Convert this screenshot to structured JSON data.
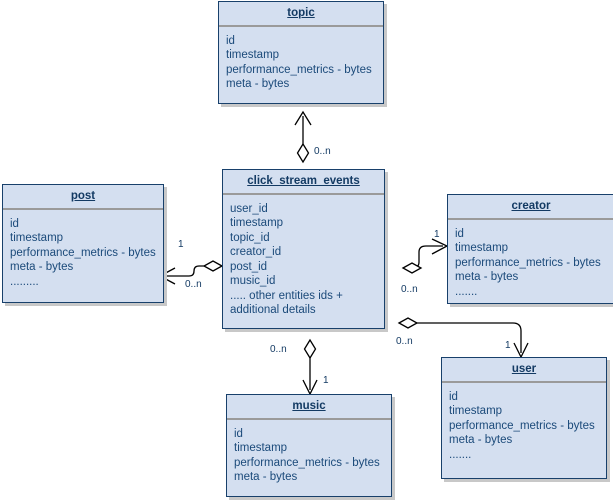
{
  "diagram": {
    "type": "entity-relationship-diagram",
    "background": "#ffffff",
    "entity_fill": "#d4dff0",
    "entity_border": "#18406b",
    "text_color": "#1b4a7a",
    "title_color": "#133a63"
  },
  "entities": [
    {
      "id": "topic",
      "title": "topic",
      "attributes": [
        "id",
        "timestamp",
        "performance_metrics - bytes",
        "meta - bytes"
      ]
    },
    {
      "id": "post",
      "title": "post",
      "attributes": [
        "id",
        "timestamp",
        "performance_metrics - bytes",
        "meta - bytes",
        "........."
      ]
    },
    {
      "id": "click_stream_events",
      "title": "click_stream_events",
      "attributes": [
        "user_id",
        "timestamp",
        "topic_id",
        "creator_id",
        "post_id",
        "music_id",
        "..... other entities ids +",
        "additional details"
      ]
    },
    {
      "id": "creator",
      "title": "creator",
      "attributes": [
        "id",
        "timestamp",
        "performance_metrics - bytes",
        "meta - bytes",
        "......."
      ]
    },
    {
      "id": "user",
      "title": "user",
      "attributes": [
        "id",
        "timestamp",
        "performance_metrics - bytes",
        "meta - bytes",
        "......."
      ]
    },
    {
      "id": "music",
      "title": "music",
      "attributes": [
        "id",
        "timestamp",
        "performance_metrics - bytes",
        "meta - bytes"
      ]
    }
  ],
  "relationships": [
    {
      "id": "topic",
      "from": "click_stream_events",
      "to": "topic",
      "source_card": "0..n",
      "target_card": ""
    },
    {
      "id": "post",
      "from": "click_stream_events",
      "to": "post",
      "source_card": "0..n",
      "target_card": "1"
    },
    {
      "id": "creator",
      "from": "click_stream_events",
      "to": "creator",
      "source_card": "0..n",
      "target_card": "1"
    },
    {
      "id": "user",
      "from": "click_stream_events",
      "to": "user",
      "source_card": "0..n",
      "target_card": "1"
    },
    {
      "id": "music",
      "from": "click_stream_events",
      "to": "music",
      "source_card": "0..n",
      "target_card": "1"
    }
  ]
}
